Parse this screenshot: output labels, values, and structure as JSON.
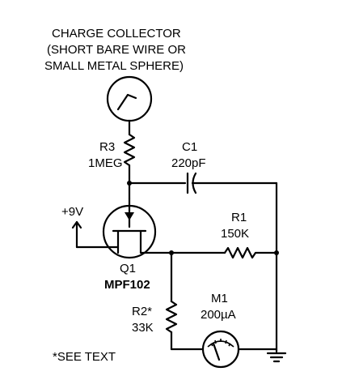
{
  "title_lines": [
    "CHARGE COLLECTOR",
    "(SHORT BARE WIRE OR",
    "SMALL METAL SPHERE)"
  ],
  "components": {
    "r3": {
      "ref": "R3",
      "value": "1MEG"
    },
    "c1": {
      "ref": "C1",
      "value": "220pF"
    },
    "supply": {
      "value": "+9V"
    },
    "r1": {
      "ref": "R1",
      "value": "150K"
    },
    "q1": {
      "ref": "Q1",
      "part": "MPF102"
    },
    "r2": {
      "ref": "R2*",
      "value": "33K"
    },
    "m1": {
      "ref": "M1",
      "value": "200µA"
    }
  },
  "note": "*SEE TEXT"
}
